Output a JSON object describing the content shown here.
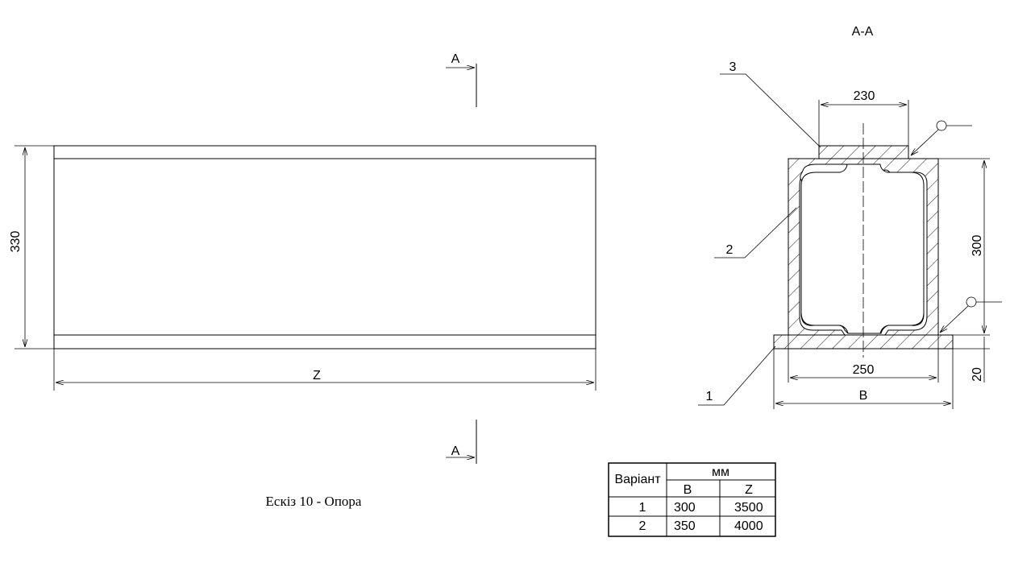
{
  "view_a": {
    "height_dim": "330",
    "length_dim": "Z",
    "section_mark_top": "A",
    "section_mark_bottom": "A"
  },
  "section": {
    "title": "А-А",
    "top_plate_dim": "230",
    "channel_height_dim": "300",
    "base_inner_dim": "250",
    "base_width_dim": "B",
    "base_thickness_dim": "20",
    "leader_1": "1",
    "leader_2": "2",
    "leader_3": "3"
  },
  "caption": "Ескіз 10 - Опора",
  "table": {
    "header_variant": "Варіант",
    "header_unit": "мм",
    "col_b": "B",
    "col_z": "Z",
    "rows": [
      {
        "variant": "1",
        "b": "300",
        "z": "3500"
      },
      {
        "variant": "2",
        "b": "350",
        "z": "4000"
      }
    ]
  }
}
